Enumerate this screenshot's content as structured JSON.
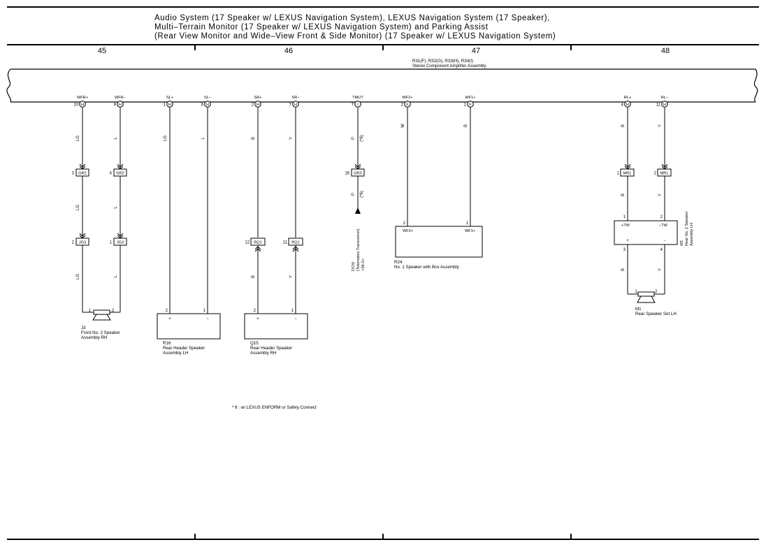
{
  "title": {
    "line1": "Audio System (17 Speaker w/ LEXUS Navigation System),  LEXUS Navigation System (17 Speaker),",
    "line2": "Multi–Terrain Monitor (17 Speaker w/ LEXUS Navigation System) and Parking Assist",
    "line3": "(Rear View Monitor and Wide–View Front & Side Monitor) (17 Speaker w/ LEXUS Navigation System)"
  },
  "columns": [
    "45",
    "46",
    "47",
    "48"
  ],
  "amplifier": {
    "codes": "R31(F), R32(G), R33(H), R34(I)",
    "name": "Stereo Component Amplifier Assembly"
  },
  "terminals": [
    {
      "name": "WFR+",
      "pin": "10",
      "conn": "H"
    },
    {
      "name": "WFR−",
      "pin": "9",
      "conn": "H"
    },
    {
      "name": "SL+",
      "pin": "1",
      "conn": "H"
    },
    {
      "name": "SL−",
      "pin": "6",
      "conn": "H"
    },
    {
      "name": "SR+",
      "pin": "2",
      "conn": "H"
    },
    {
      "name": "SR−",
      "pin": "7",
      "conn": "H"
    },
    {
      "name": "TMUT",
      "pin": "7",
      "conn": "I"
    },
    {
      "name": "WF2+",
      "pin": "2",
      "conn": "F"
    },
    {
      "name": "WF1+",
      "pin": "1",
      "conn": "F"
    },
    {
      "name": "RL+",
      "pin": "4",
      "conn": "H"
    },
    {
      "name": "RL−",
      "pin": "11",
      "conn": "H"
    }
  ],
  "wire_colors": {
    "wfr_plus": "LG",
    "wfr_minus": "L",
    "sl_plus": "LG",
    "sl_minus": "L",
    "sr_plus": "B",
    "sr_minus": "Y",
    "tmut": "P",
    "tmut_note": "(*6)",
    "wf2": "W",
    "wf1": "B",
    "rl_plus": "B",
    "rl_minus": "Y"
  },
  "connectors": {
    "gr2_a": {
      "pin": "3",
      "label": "GR2"
    },
    "gr2_b": {
      "pin": "4",
      "label": "GR2"
    },
    "jg3_a": {
      "pin": "2",
      "label": "JG3"
    },
    "jg3_b": {
      "pin": "1",
      "label": "JG3"
    },
    "gr3": {
      "pin": "16",
      "label": "GR3"
    },
    "rq1_a": {
      "pin": "12",
      "label": "RQ1"
    },
    "rq1_b": {
      "pin": "11",
      "label": "RQ1"
    },
    "mr1_a": {
      "pin": "1",
      "label": "MR1"
    },
    "mr1_b": {
      "pin": "2",
      "label": "MR1"
    }
  },
  "dcm": {
    "code": "DCM",
    "name": "(Telematics Transceiver)",
    "ref": "<39-2>"
  },
  "components": {
    "j3": {
      "code": "J3",
      "line1": "Front No. 2 Speaker",
      "line2": "Assembly RH",
      "pin1": "1",
      "pin2": "2"
    },
    "r16": {
      "code": "R16",
      "line1": "Rear Header Speaker",
      "line2": "Assembly LH",
      "pin1": "2",
      "pin2": "1",
      "plus": "+",
      "minus": "−"
    },
    "q15": {
      "code": "Q15",
      "line1": "Rear Header Speaker",
      "line2": "Assembly RH",
      "pin1": "2",
      "pin2": "1",
      "plus": "+",
      "minus": "−"
    },
    "r24": {
      "code": "R24",
      "name": "No. 1 Speaker with Box Assembly",
      "pin1": "2",
      "pin2": "1",
      "t1": "WF2+",
      "t2": "WF1+"
    },
    "m3": {
      "code": "M3",
      "line1": "Rear No. 2 Speaker",
      "line2": "Assembly LH",
      "pin1": "1",
      "pin2": "2",
      "pin3": "3",
      "pin4": "4",
      "t1": "+TW",
      "t2": "−TW",
      "plus": "+",
      "minus": "−"
    },
    "m1": {
      "code": "M1",
      "name": "Rear Speaker Set LH",
      "pin1": "1",
      "pin2": "2"
    }
  },
  "footnote": "* 6 : w/ LEXUS ENFORM or Safety Connect"
}
